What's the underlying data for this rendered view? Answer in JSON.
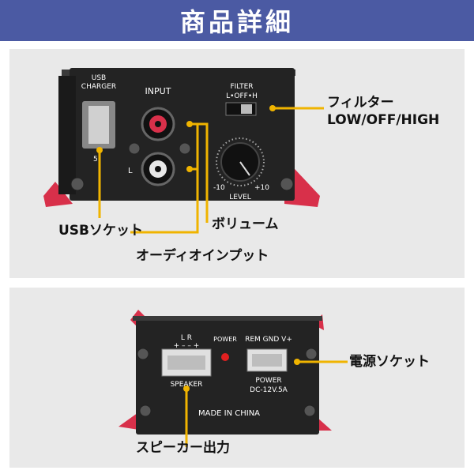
{
  "header": {
    "title": "商品詳細",
    "accent": "#4b5aa3"
  },
  "top_device": {
    "usb_label": "USB\nCHARGER",
    "usb_label_line1": "USB",
    "usb_label_line2": "CHARGER",
    "input_label": "INPUT",
    "channel_left": "L",
    "filter_label": "FILTER",
    "filter_positions": "L•OFF•H",
    "level_label": "LEVEL",
    "level_min": "-10",
    "level_max": "+10",
    "side_mark": "5"
  },
  "bottom_device": {
    "speaker_polarity": "+ – – +",
    "speaker_channels": "L    R",
    "power_led_label": "POWER",
    "power_terminals": "REM GND V+",
    "speaker_label": "SPEAKER",
    "power_label": "POWER",
    "power_spec": "DC-12V.5A",
    "made_in": "MADE IN CHINA"
  },
  "callouts": {
    "filter_line1": "フィルター",
    "filter_line2": "LOW/OFF/HIGH",
    "usb": "USBソケット",
    "volume": "ボリューム",
    "audio_input": "オーディオインプット",
    "power_socket": "電源ソケット",
    "speaker_output": "スピーカー出力"
  },
  "colors": {
    "callout_line": "#f0b400",
    "panel_bg": "#e9e9e9",
    "device_body": "#262626",
    "red_fin": "#d8304a"
  }
}
